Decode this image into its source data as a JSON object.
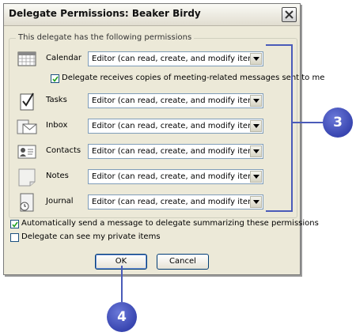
{
  "dialog": {
    "title": "Delegate Permissions: Beaker Birdy",
    "group_legend": "This delegate has the following permissions"
  },
  "rows": [
    {
      "label": "Calendar",
      "value": "Editor (can read, create, and modify items)",
      "icon": "calendar-icon"
    },
    {
      "label": "Tasks",
      "value": "Editor (can read, create, and modify items)",
      "icon": "tasks-icon"
    },
    {
      "label": "Inbox",
      "value": "Editor (can read, create, and modify items)",
      "icon": "inbox-icon"
    },
    {
      "label": "Contacts",
      "value": "Editor (can read, create, and modify items)",
      "icon": "contacts-icon"
    },
    {
      "label": "Notes",
      "value": "Editor (can read, create, and modify items)",
      "icon": "notes-icon"
    },
    {
      "label": "Journal",
      "value": "Editor (can read, create, and modify items)",
      "icon": "journal-icon"
    }
  ],
  "checkboxes": {
    "meeting_copies": {
      "label": "Delegate receives copies of meeting-related messages sent to me",
      "checked": true
    },
    "auto_send": {
      "label": "Automatically send a message to delegate summarizing these permissions",
      "checked": true
    },
    "private_items": {
      "label": "Delegate can see my private items",
      "checked": false
    }
  },
  "buttons": {
    "ok": "OK",
    "cancel": "Cancel"
  },
  "callouts": {
    "permissions": "3",
    "ok": "4"
  },
  "colors": {
    "callout": "#3f4fbf",
    "dialog_bg": "#ece9d8",
    "field_border": "#7f9db9"
  }
}
